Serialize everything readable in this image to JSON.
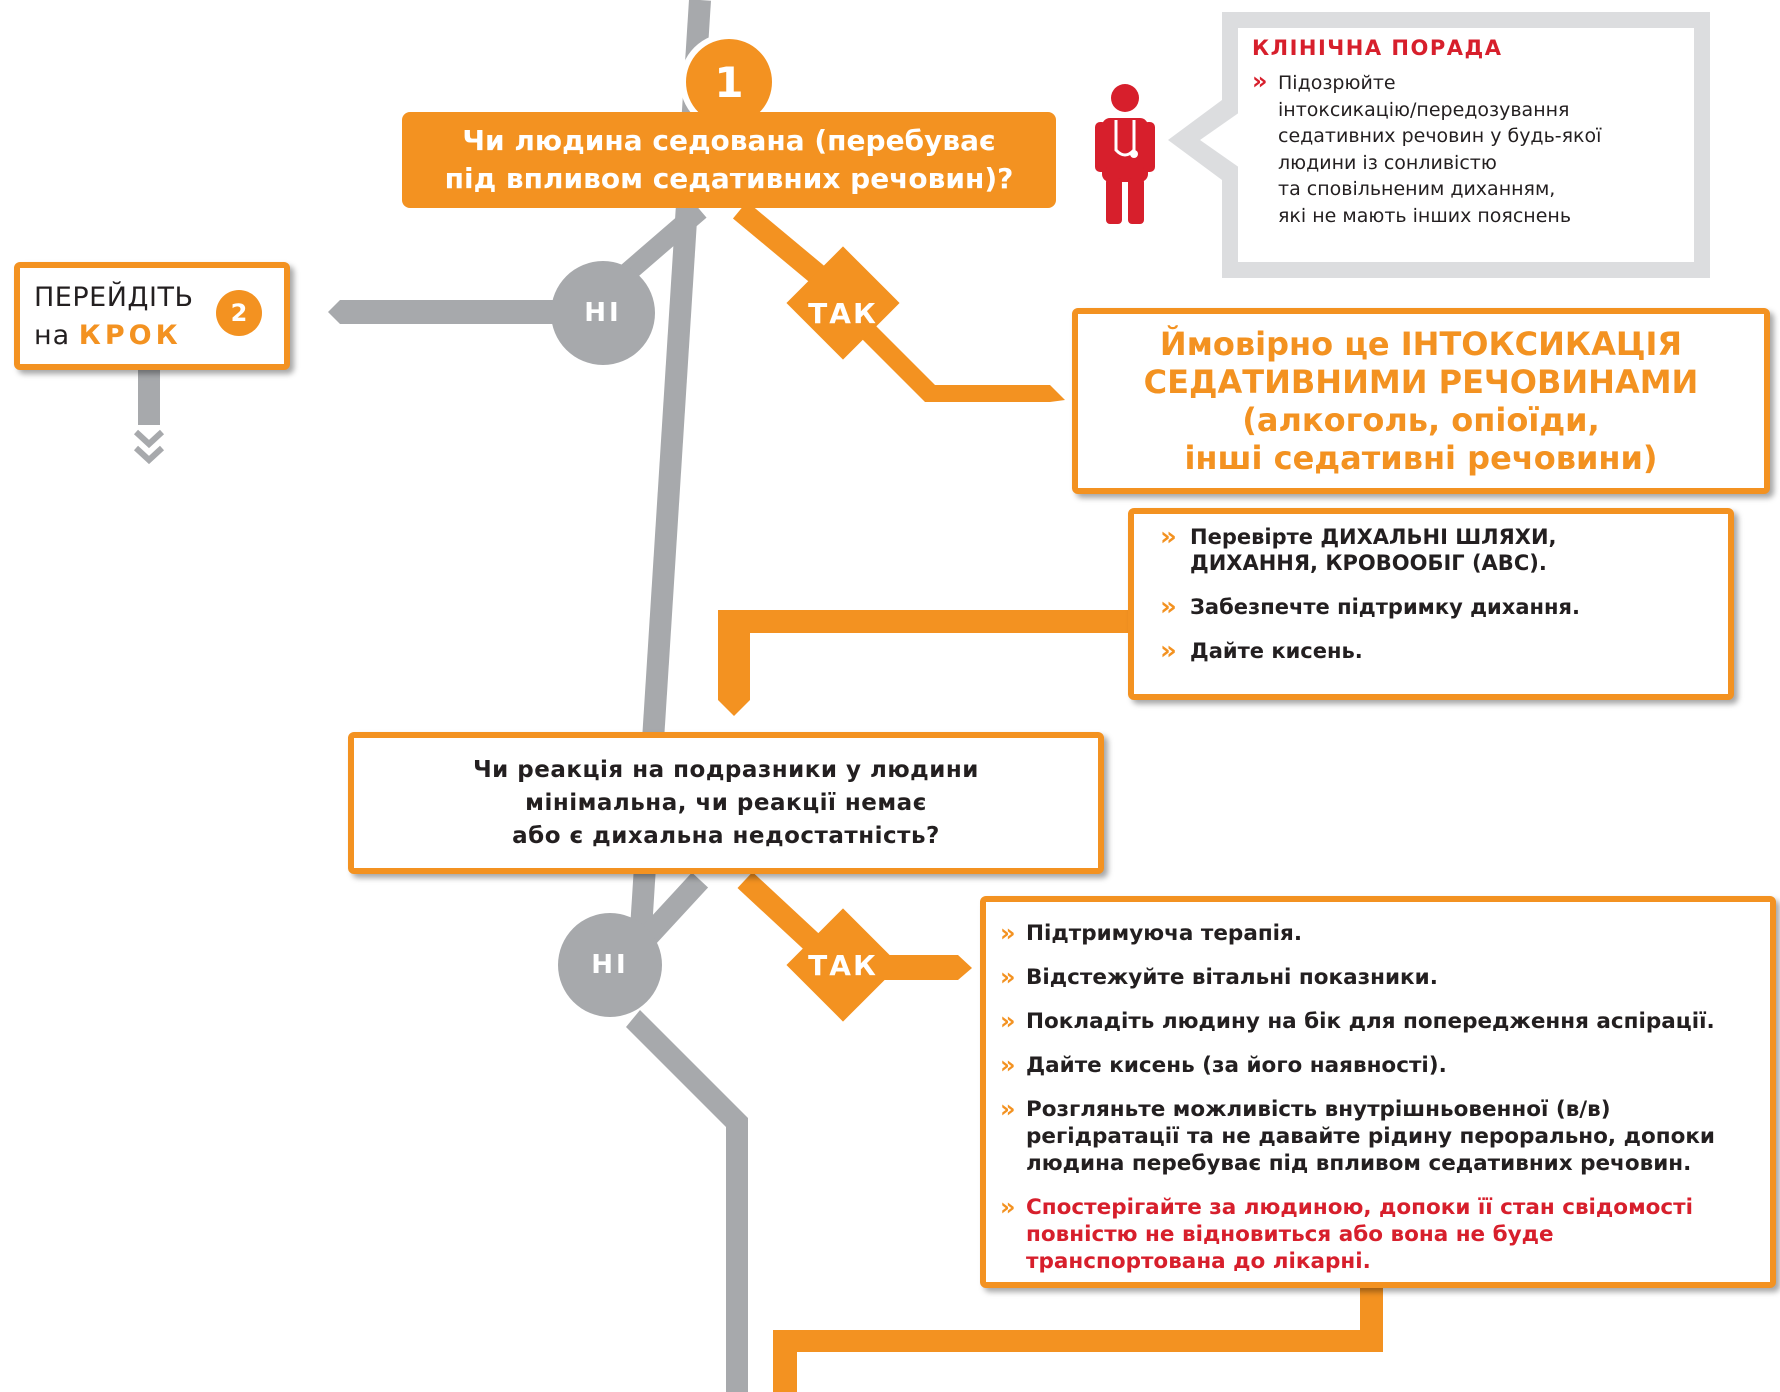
{
  "colors": {
    "orange": "#f39221",
    "grey": "#a7a9ac",
    "red": "#d71f2c",
    "panel": "#dcdddf"
  },
  "step1": {
    "number": "1",
    "question_line1": "Чи людина седована (перебуває",
    "question_line2": "під впливом седативних речовин)?"
  },
  "answers": {
    "no1": "НІ",
    "yes1": "ТАК",
    "no2": "НІ",
    "yes2": "ТАК"
  },
  "goto": {
    "line1": "ПЕРЕЙДІТЬ",
    "prefix": "на",
    "step_word": "КРОК",
    "step_number": "2",
    "icon": "double-chevron-down-icon"
  },
  "tip": {
    "title": "КЛІНІЧНА ПОРАДА",
    "icon": "doctor-icon",
    "lines": [
      "Підозрюйте",
      "інтоксикацію/передозування",
      "седативних речовин у будь-якої",
      "людини із сонливістю",
      "та сповільненим диханням,",
      "які не мають інших пояснень"
    ]
  },
  "diagnosis": {
    "line1": "Ймовірно це ІНТОКСИКАЦІЯ",
    "line2": "СЕДАТИВНИМИ РЕЧОВИНАМИ",
    "line3": "(алкоголь, опіоїди,",
    "line4": "інші седативні речовини)"
  },
  "actions1": [
    {
      "line1": "Перевірте ДИХАЛЬНІ ШЛЯХИ,",
      "line2": "ДИХАННЯ, КРОВООБІГ (АВС)."
    },
    {
      "line1": "Забезпечте підтримку дихання.",
      "line2": ""
    },
    {
      "line1": "Дайте кисень.",
      "line2": ""
    }
  ],
  "step2_question": {
    "line1": "Чи реакція на подразники у людини",
    "line2": "мінімальна, чи реакції немає",
    "line3": "або є дихальна недостатність?"
  },
  "actions2": [
    {
      "lines": [
        "Підтримуюча терапія."
      ]
    },
    {
      "lines": [
        "Відстежуйте вітальні показники."
      ]
    },
    {
      "lines": [
        "Покладіть людину на бік для попередження аспірації."
      ]
    },
    {
      "lines": [
        "Дайте кисень (за його наявності)."
      ]
    },
    {
      "lines": [
        "Розгляньте можливість внутрішньовенної (в/в)",
        "регідратації та не давайте рідину перорально, допоки",
        "людина перебуває під впливом седативних речовин."
      ]
    }
  ],
  "actions2_warning": [
    "Спостерігайте за людиною, допоки її стан свідомості",
    "повністю не відновиться або вона не буде",
    "транспортована до лікарні."
  ],
  "bullet_glyph": "»"
}
